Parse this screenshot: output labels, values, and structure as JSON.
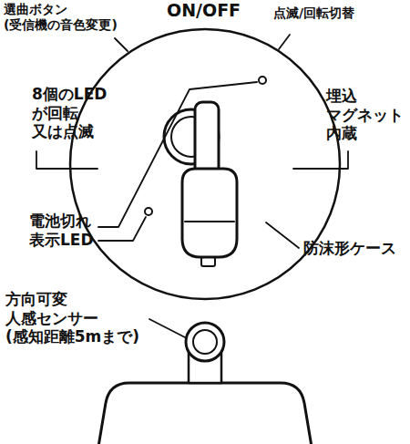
{
  "diagram": {
    "labels": [
      "選曲ボタン (受信機の音色変更)",
      "ON/OFF",
      "点滅/回転切替",
      "8個のLED が回転 又は点滅",
      "埋込 マグネット 内蔵",
      "電池切れ 表示LED",
      "防沫形ケース",
      "方向可変 人感センサー (感知距離5mまで)"
    ]
  }
}
